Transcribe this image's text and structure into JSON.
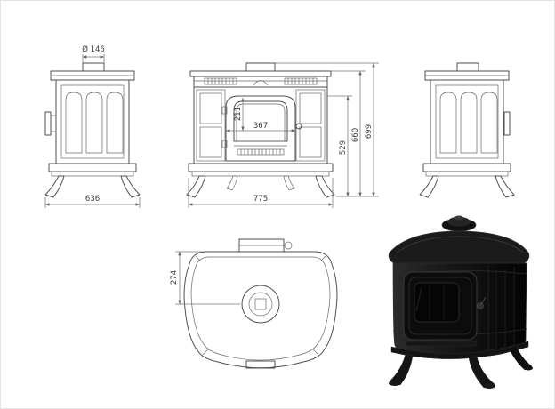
{
  "drawing": {
    "background": "#ffffff",
    "line_color": "#4f4f4f",
    "dimension_color": "#777777",
    "text_color": "#3a3a3a",
    "product_color": "#141414"
  },
  "dimensions": {
    "flue_diameter": "Ø 146",
    "left_view_width": "636",
    "front_view_width": "775",
    "door_glass_height": "211",
    "door_width": "367",
    "body_height": "529",
    "height_to_top_plate": "660",
    "total_height": "699",
    "top_view_flue_depth": "274"
  }
}
